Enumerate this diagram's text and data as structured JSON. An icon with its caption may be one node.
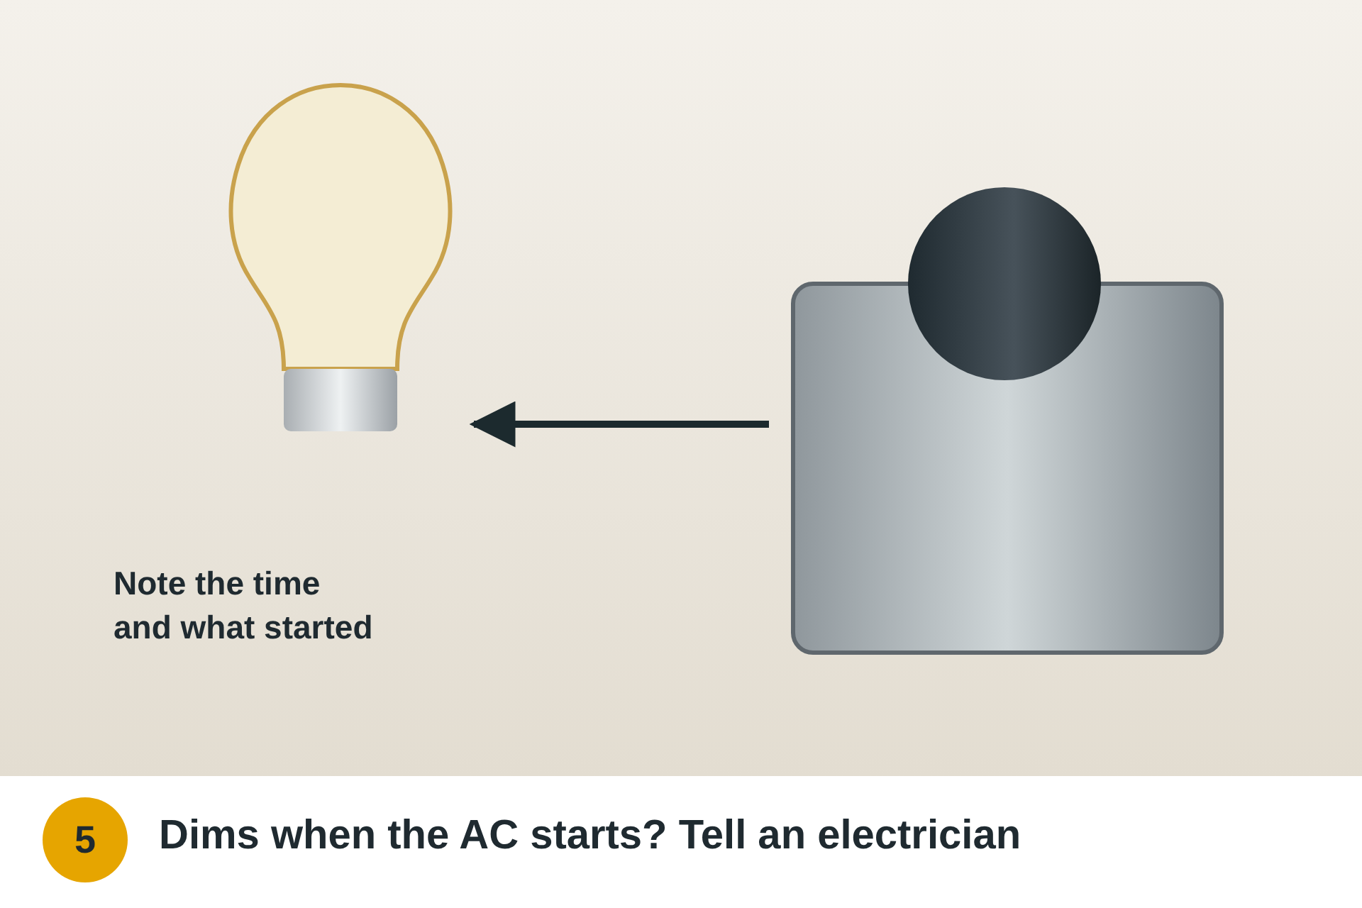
{
  "diagram": {
    "caption": "Dims when the AC starts? Tell an electrician",
    "nodes": [
      {
        "text": [],
        "shape": "bulb"
      },
      {
        "text": [],
        "shape": "box"
      },
      {
        "text": [
          "5"
        ]
      }
    ],
    "edges": [
      {
        "from": 1,
        "to": 0,
        "arrow": "to"
      }
    ],
    "labels": [
      "Note the time and what started"
    ]
  }
}
